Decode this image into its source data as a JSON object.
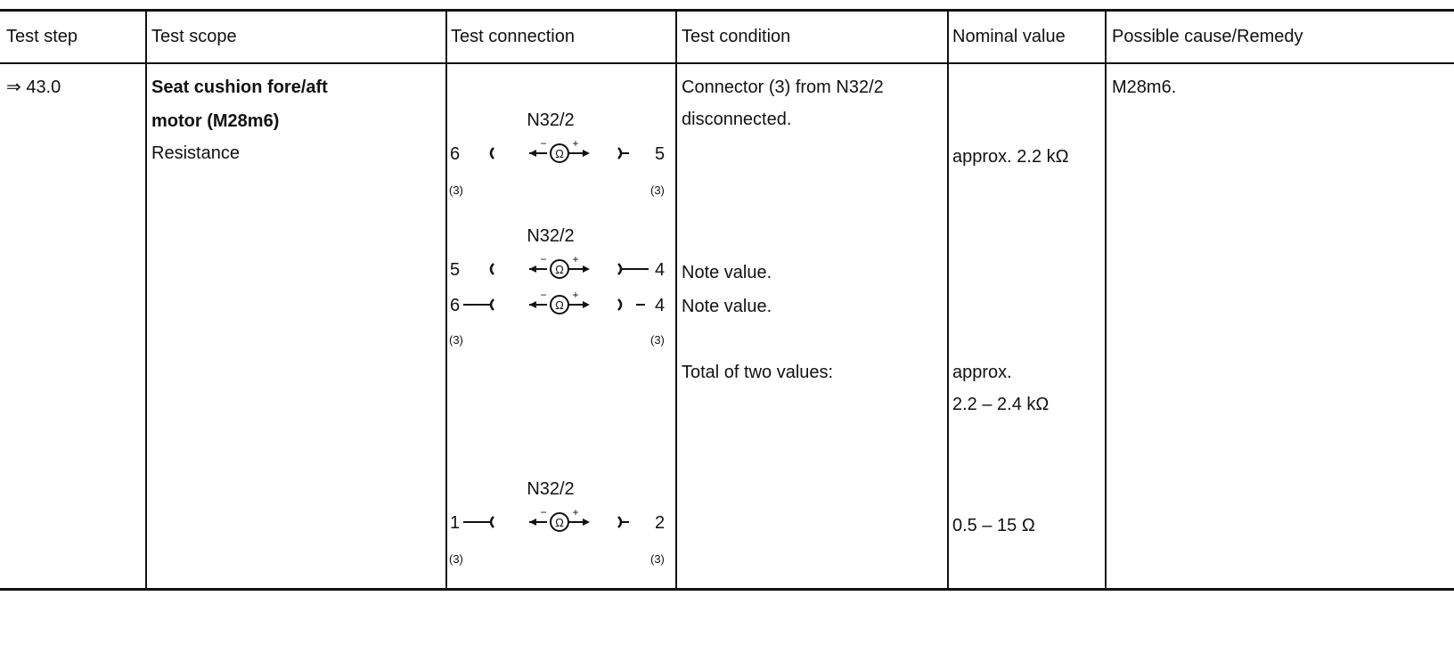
{
  "headers": {
    "test_step": "Test step",
    "test_scope": "Test scope",
    "test_connection": "Test connection",
    "test_condition": "Test condition",
    "nominal_value": "Nominal value",
    "possible_cause": "Possible cause/Remedy"
  },
  "row": {
    "step": "⇒ 43.0",
    "scope_title_line1": "Seat cushion fore/aft",
    "scope_title_line2": "motor (M28m6)",
    "scope_sub": "Resistance",
    "remedy": "M28m6."
  },
  "connections": [
    {
      "component": "N32/2",
      "left_pin": "6",
      "right_pin": "5",
      "connector_left": "(3)",
      "connector_right": "(3)"
    },
    {
      "component": "N32/2",
      "left_pin": "5",
      "right_pin": "4",
      "connector_left": "",
      "connector_right": ""
    },
    {
      "left_pin": "6",
      "right_pin": "4",
      "connector_left": "(3)",
      "connector_right": "(3)"
    },
    {
      "component": "N32/2",
      "left_pin": "1",
      "right_pin": "2",
      "connector_left": "(3)",
      "connector_right": "(3)"
    }
  ],
  "conditions": {
    "c1_line1": "Connector (3) from N32/2",
    "c1_line2": "disconnected.",
    "c2": "Note value.",
    "c3": "Note value.",
    "c4": "Total of two values:"
  },
  "nominal": {
    "n1": "approx. 2.2 kΩ",
    "n2_line1": "approx.",
    "n2_line2": "2.2 – 2.4 kΩ",
    "n3": "0.5 – 15 Ω"
  },
  "ohm_symbol": "Ω",
  "minus_sign": "−",
  "plus_sign": "+"
}
